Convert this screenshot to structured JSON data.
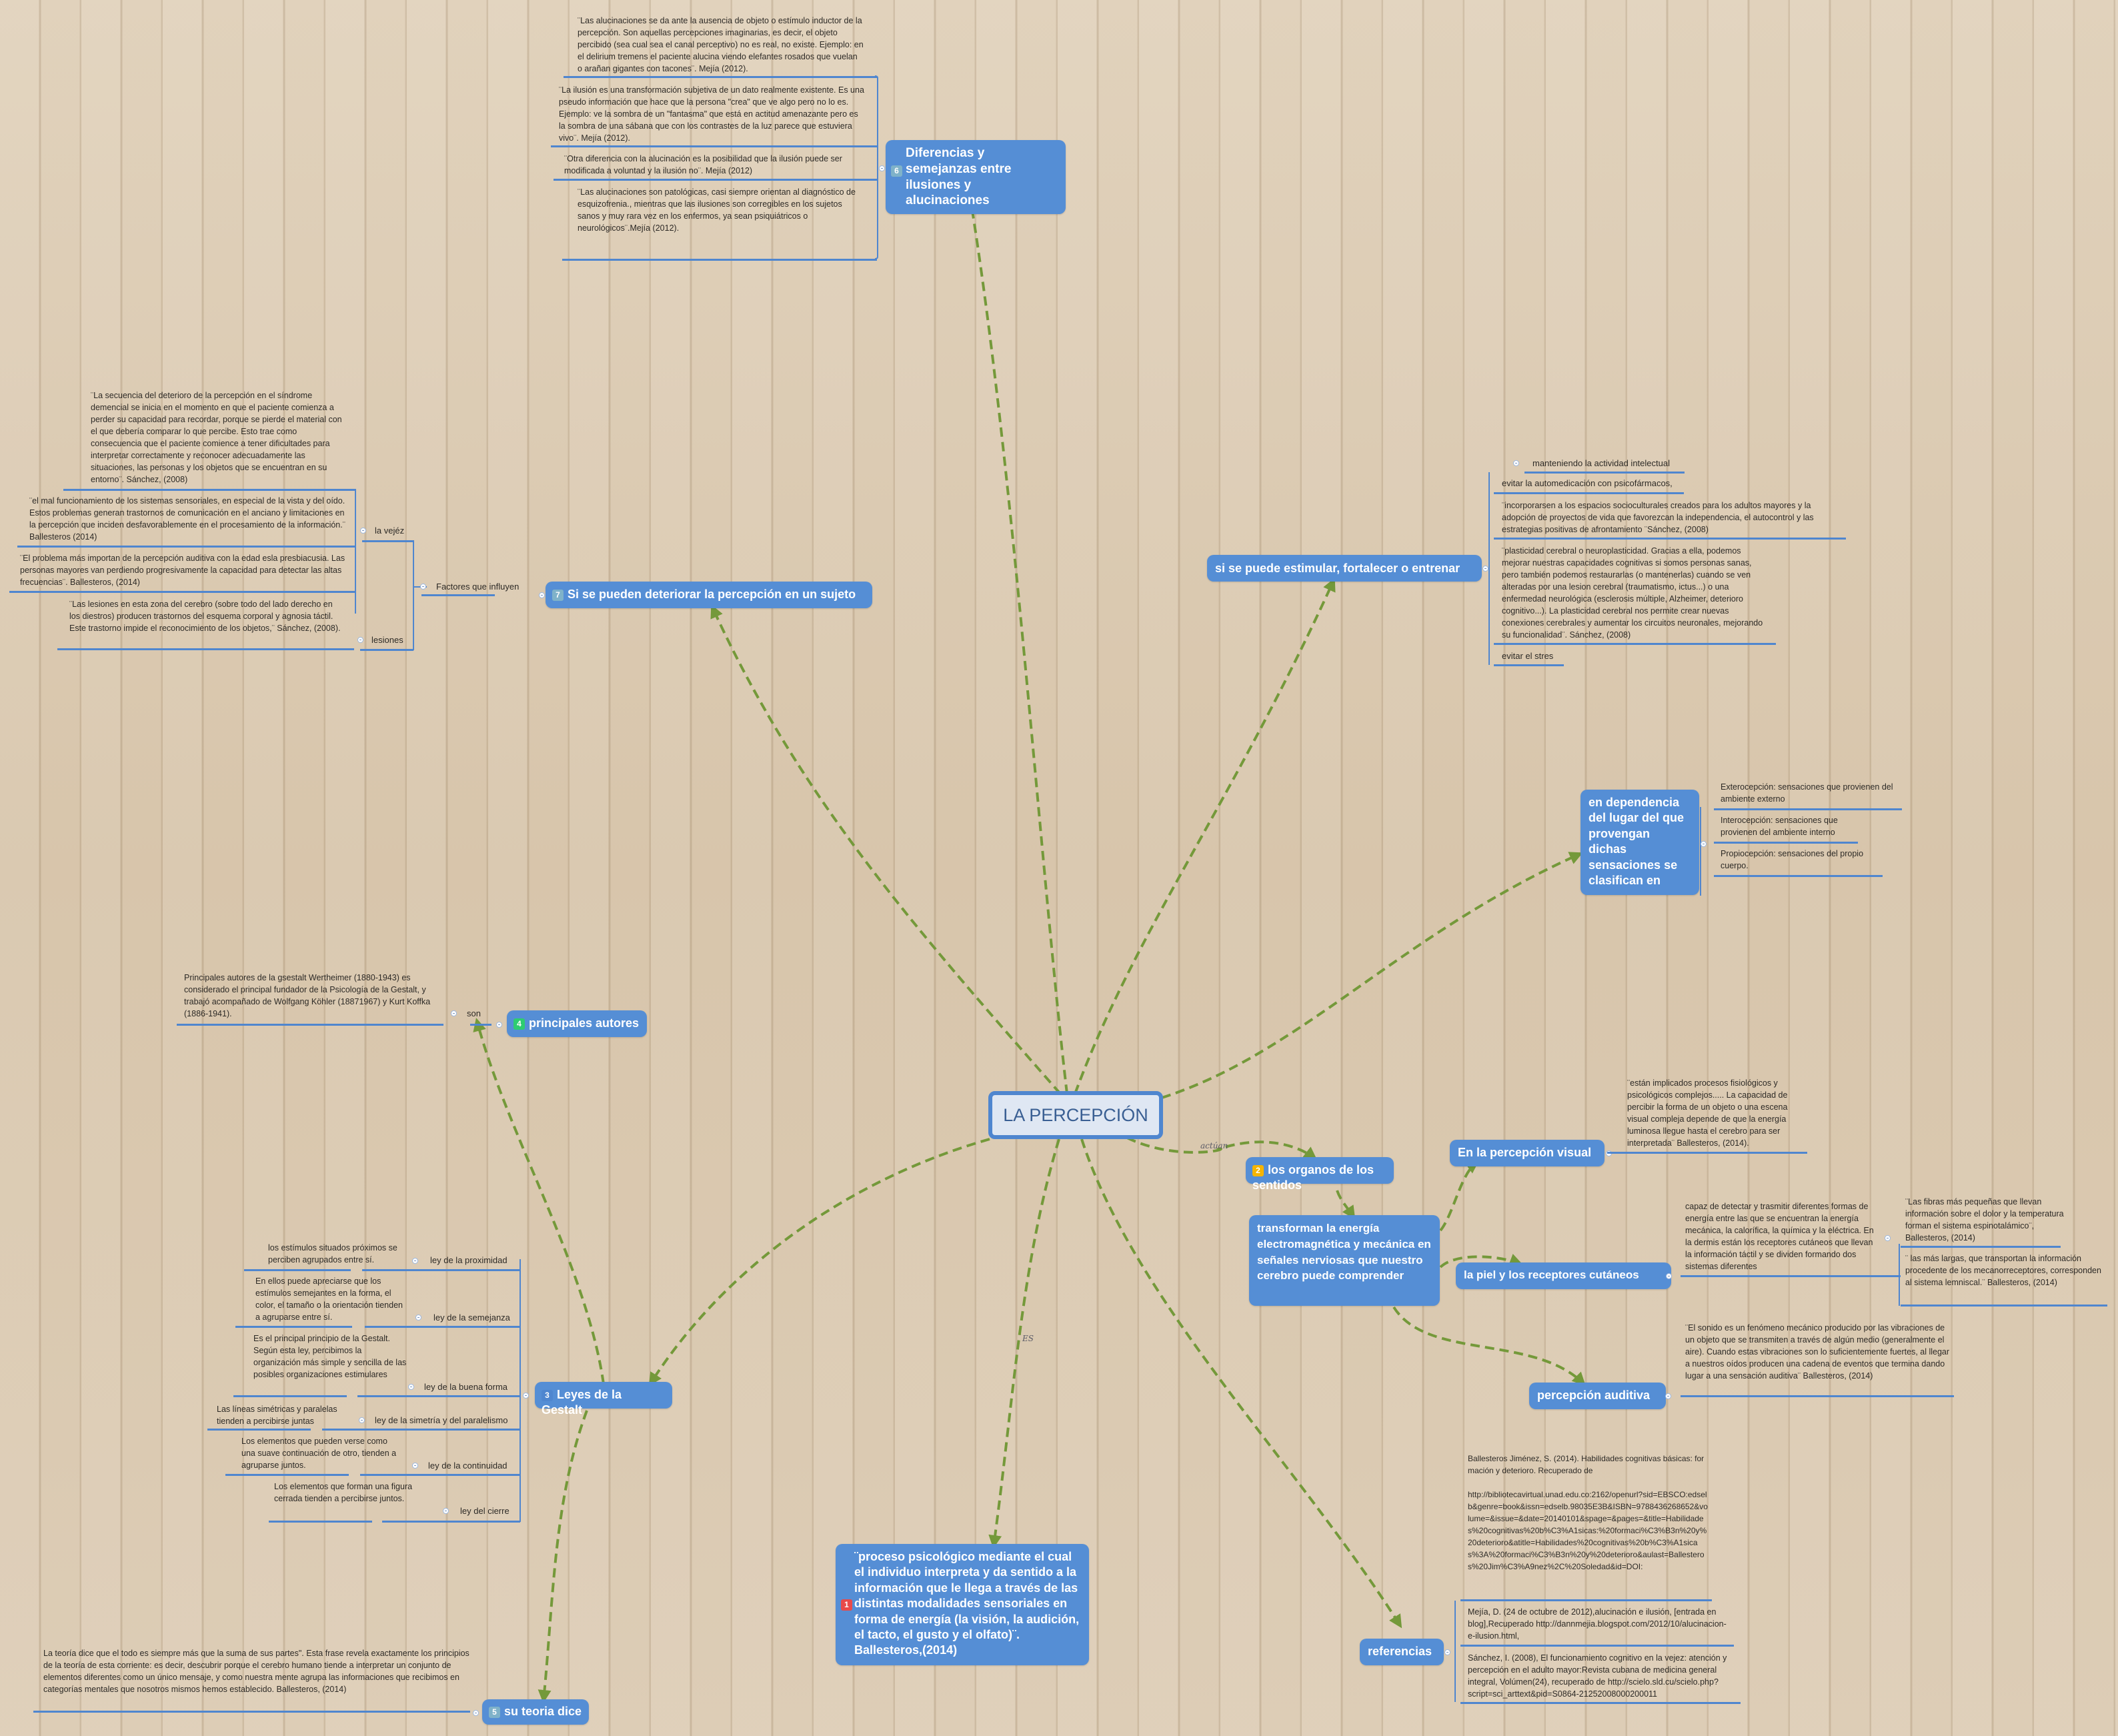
{
  "central": {
    "title": "LA PERCEPCIÓN"
  },
  "relation_labels": {
    "actuan": "actúan",
    "es": "ES"
  },
  "topics": {
    "definicion": {
      "badge": "1",
      "badge_color": "#e84a4a",
      "text": "¨proceso psicológico mediante el cual el individuo interpreta y da sentido a la información que le llega a través de las distintas modalidades sensoriales en forma de energía (la visión, la audición, el tacto, el gusto y el olfato)¨.  Ballesteros,(2014)"
    },
    "organos": {
      "badge": "2",
      "badge_color": "#f5b400",
      "text": "los organos de los sentidos",
      "transforman": "transforman la energía electromagnética y mecánica en señales nerviosas que nuestro cerebro puede comprender",
      "visual": {
        "title": "En la percepción visual",
        "note": "¨están implicados procesos fisiológicos y psicológicos complejos..... La capacidad de percibir la forma de un objeto o una escena visual compleja depende de que la energía luminosa llegue hasta el cerebro para ser interpretada¨ Ballesteros, (2014)."
      },
      "piel": {
        "title": "la piel y los receptores cutáneos",
        "note": "capaz de   detectar y trasmitir diferentes formas de energía entre las que se encuentran la energía mecánica, la calorífica, la química y la eléctrica. En la dermis están los receptores cutáneos que llevan la información táctil y se dividen formando dos sistemas diferentes",
        "sub": [
          "¨Las fibras más pequeñas que llevan información sobre el dolor y la temperatura forman el sistema espinotalámico¨, Ballesteros, (2014)",
          "¨ las más largas, que transportan la información procedente de los mecanorreceptores, corresponden al sistema lemniscal.¨ Ballesteros, (2014)"
        ]
      },
      "auditiva": {
        "title": "percepción auditiva",
        "note": "¨El sonido es un fenómeno mecánico producido por las vibraciones de un objeto que se transmiten a través de algún medio (generalmente el aire). Cuando estas vibraciones son lo suficientemente fuertes, al llegar a nuestros oídos producen una cadena de eventos que termina dando lugar a una sensación auditiva¨ Ballesteros, (2014)"
      }
    },
    "gestalt": {
      "badge": "3",
      "badge_color": "#4f86cf",
      "text": "Leyes de la Gestalt",
      "laws": [
        {
          "name": "ley de la proximidad",
          "desc": "los estímulos situados próximos se perciben agrupados entre sí."
        },
        {
          "name": "ley de la semejanza",
          "desc": "En ellos puede apreciarse que los estímulos semejantes en la forma, el color, el tamaño o la orientación tienden a agruparse entre sí."
        },
        {
          "name": "ley de la buena forma",
          "desc": "Es el principal principio de la Gestalt. Según esta ley, percibimos la organización más simple y sencilla de las posibles organizaciones estimulares"
        },
        {
          "name": "ley de la simetría y del paralelismo",
          "desc": "Las líneas simétricas y paralelas tienden a percibirse juntas"
        },
        {
          "name": "ley de la continuidad",
          "desc": "Los elementos que pueden verse como una suave continuación de otro, tienden a agruparse juntos."
        },
        {
          "name": "ley del cierre",
          "desc": "Los elementos que forman una figura cerrada tienden a percibirse juntos."
        }
      ]
    },
    "autores": {
      "badge": "4",
      "badge_color": "#2ecc71",
      "text": "principales autores",
      "son": "son",
      "note": "Principales autores de la gsestalt Wertheimer (1880-1943) es considerado el principal fundador de la Psicología de la Gestalt, y trabajó acompañado  de Wolfgang Köhler (18871967) y Kurt Koffka (1886-1941)."
    },
    "teoria": {
      "badge": "5",
      "badge_color": "#7fb2c9",
      "text": "su teoria dice",
      "note": "La teoría dice que el todo es siempre más que la suma de sus partes\". Esta frase revela exactamente los principios de la teoría de esta corriente: es decir, descubrir porque el cerebro humano tiende a interpretar un conjunto de elementos diferentes como un único mensaje, y como nuestra mente agrupa las informaciones que recibimos en categorías mentales que nosotros mismos hemos establecido. Ballesteros, (2014)"
    },
    "diferencias": {
      "badge": "6",
      "badge_color": "#7fb2c9",
      "text": "Diferencias y semejanzas entre ilusiones y alucinaciones",
      "notes": [
        "¨Las alucinaciones se da ante la ausencia de objeto o estímulo inductor de la percepción. Son aquellas percepciones imaginarias, es decir, el objeto percibido (sea cual sea el canal perceptivo) no es real, no existe. Ejemplo: en el delirium tremens el paciente alucina viendo elefantes rosados que vuelan o arañan gigantes con tacones¨. Mejía (2012).",
        "¨La ilusión es una transformación subjetiva de un dato realmente existente. Es una pseudo información que hace que la persona \"crea\" que ve algo pero no lo es. Ejemplo: ve la sombra de un \"fantasma\" que está en actitud amenazante pero es la sombra de una sábana que con los contrastes de la luz parece que estuviera vivo¨. Mejía (2012).",
        "¨Otra diferencia con la alucinación es la posibilidad que la ilusión puede ser modificada a voluntad y la ilusión no¨. Mejía (2012)",
        "¨Las alucinaciones son patológicas, casi siempre orientan al diagnóstico de esquizofrenia., mientras que las ilusiones son corregibles en los sujetos sanos y muy rara vez en los enfermos, ya sean psiquiátricos o neurológicos¨.Mejía (2012)."
      ]
    },
    "deteriorar": {
      "badge": "7",
      "badge_color": "#7fb2c9",
      "text": "Si se pueden deteriorar la percepción en un sujeto",
      "factores": "Factores que influyen",
      "vejez": {
        "label": "la vejéz",
        "notes": [
          "¨La secuencia del deterioro de la percepción en el síndrome demencial se inicia en el momento en que el paciente comienza a perder su capacidad para recordar, porque se pierde el material con el que debería comparar lo que percibe. Esto trae como consecuencia que el paciente comience a tener dificultades para interpretar correctamente y reconocer adecuadamente las situaciones, las personas y los objetos que se encuentran en su entorno¨. Sánchez, (2008)",
          "¨el mal funcionamiento de los sistemas sensoriales, en especial de la vista y del oído. Estos problemas generan trastornos de comunicación en el anciano y limitaciones en la percepción que inciden desfavorablemente en el procesamiento de la información.¨ Ballesteros (2014)",
          "¨El  problema más importan de la percepción auditiva con la edad esla presbiacusia. Las personas mayores van perdiendo progresivamente la capacidad para detectar las altas frecuencias¨. Ballesteros, (2014)"
        ]
      },
      "lesiones": {
        "label": "lesiones",
        "note": "¨Las lesiones en esta zona del cerebro (sobre todo del lado derecho en los diestros) producen trastornos del esquema corporal y agnosia táctil. Este trastorno impide el reconocimiento de los objetos,¨ Sánchez, (2008)."
      }
    },
    "estimular": {
      "text": "si se puede estimular, fortalecer o entrenar",
      "items": [
        "manteniendo la actividad intelectual",
        "evitar la automedicación con psicofármacos,",
        "¨incorporarsen  a los espacios socioculturales creados para los adultos mayores y la adopción de proyectos de vida que favorezcan la independencia, el autocontrol y las estrategias positivas de afrontamiento ¨Sánchez, (2008)",
        "¨plasticidad cerebral o neuroplasticidad. Gracias a ella, podemos mejorar nuestras capacidades cognitivas si somos personas sanas, pero también podemos restaurarlas (o mantenerlas) cuando se ven alteradas por una lesion cerebral (traumatismo, ictus...) o una enfermedad neurológica (esclerosis múltiple, Alzheimer, deterioro cognitivo...). La plasticidad cerebral nos permite crear nuevas conexiones cerebrales y aumentar los circuitos neuronales, mejorando su funcionalidad¨. Sánchez, (2008)",
        "evitar el stres"
      ]
    },
    "clasifican": {
      "text": "en dependencia del lugar del que provengan dichas sensaciones se clasifican en",
      "items": [
        "Exterocepción: sensaciones que provienen del ambiente externo",
        "Interocepción: sensaciones que provienen del ambiente interno",
        "Propiocepción: sensaciones del propio cuerpo."
      ]
    },
    "referencias": {
      "text": "referencias",
      "items": [
        "Ballesteros Jiménez, S. (2014). Habilidades cognitivas básicas: formación y deterioro. Recuperado de\n\nhttp://bibliotecavirtual.unad.edu.co:2162/openurl?sid=EBSCO:edselb&genre=book&issn=edselb.98035E3B&ISBN=9788436268652&volume=&issue=&date=20140101&spage=&pages=&title=Habilidades%20cognitivas%20b%C3%A1sicas:%20formaci%C3%B3n%20y%20deterioro&atitle=Habilidades%20cognitivas%20b%C3%A1sicas%3A%20formaci%C3%B3n%20y%20deterioro&aulast=Ballesteros%20Jim%C3%A9nez%2C%20Soledad&id=DOI:",
        "Mejía, D. (24 de octubre de 2012),alucinación e ilusión, [entrada en blog],Recuperado http://dannmejia.blogspot.com/2012/10/alucinacion-e-ilusion.html,",
        "Sánchez, I. (2008), El funcionamiento cognitivo en la vejez: atención y percepción en el adulto mayor:Revista cubana de medicina general integral, Volúmen(24), recuperado de http://scielo.sld.cu/scielo.php?script=sci_arttext&pid=S0864-21252008000200011"
      ]
    }
  },
  "colors": {
    "node": "#558ed5",
    "connector": "#74993a",
    "underline": "#4f86cf",
    "central_fill": "#dfe7f3"
  }
}
